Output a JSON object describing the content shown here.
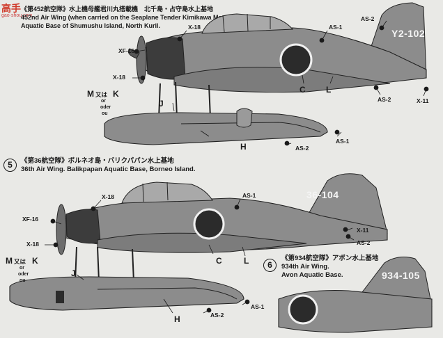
{
  "watermark": {
    "cn": "高手",
    "url": "gao·shou.com"
  },
  "section4": {
    "title_line1": "《第452航空隊》水上機母艦君川丸搭載機　北千島・占守島水上基地",
    "title_line2": "452nd Air Wing (when carried on the Seaplane Tender Kimikawa Maru.)",
    "title_line3": "Aquatic Base of Shumushu Island, North Kuril.",
    "tail_code": "Y2-102"
  },
  "section5": {
    "number": "5",
    "title_jp": "《第36航空隊》ボルネオ島・バリクパパン水上基地",
    "title_en": "36th Air Wing. Balikpapan Aquatic Base, Borneo Island.",
    "tail_code": "36-104"
  },
  "section6": {
    "number": "6",
    "title_jp": "《第934航空隊》アボン水上基地",
    "title_en1": "934th Air Wing.",
    "title_en2": "Avon Aquatic Base.",
    "tail_code": "934-105"
  },
  "callouts": {
    "x18": "X-18",
    "xf16": "XF-16",
    "x11": "X-11",
    "as1": "AS-1",
    "as2": "AS-2",
    "m": "M",
    "k": "K",
    "j": "J",
    "c": "C",
    "l": "L",
    "h": "H",
    "mata_wa": "又は",
    "or": "or",
    "oder": "oder",
    "ou": "ou"
  },
  "colors": {
    "paint_dark": "#4a4a4a",
    "paint_light": "#8c8c8c",
    "hinomaru": "#2b2b2b"
  }
}
